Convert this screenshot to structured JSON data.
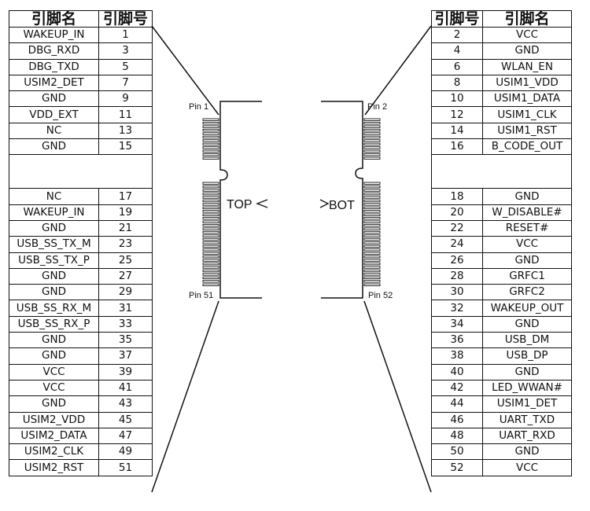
{
  "left": {
    "header_name": "引脚名",
    "header_num": "引脚号",
    "rows_top": [
      {
        "name": "WAKEUP_IN",
        "num": "1"
      },
      {
        "name": "DBG_RXD",
        "num": "3"
      },
      {
        "name": "DBG_TXD",
        "num": "5"
      },
      {
        "name": "USIM2_DET",
        "num": "7"
      },
      {
        "name": "GND",
        "num": "9"
      },
      {
        "name": "VDD_EXT",
        "num": "11"
      },
      {
        "name": "NC",
        "num": "13"
      },
      {
        "name": "GND",
        "num": "15"
      }
    ],
    "rows_bottom": [
      {
        "name": "NC",
        "num": "17"
      },
      {
        "name": "WAKEUP_IN",
        "num": "19"
      },
      {
        "name": "GND",
        "num": "21"
      },
      {
        "name": "USB_SS_TX_M",
        "num": "23"
      },
      {
        "name": "USB_SS_TX_P",
        "num": "25"
      },
      {
        "name": "GND",
        "num": "27"
      },
      {
        "name": "GND",
        "num": "29"
      },
      {
        "name": "USB_SS_RX_M",
        "num": "31"
      },
      {
        "name": "USB_SS_RX_P",
        "num": "33"
      },
      {
        "name": "GND",
        "num": "35"
      },
      {
        "name": "GND",
        "num": "37"
      },
      {
        "name": "VCC",
        "num": "39"
      },
      {
        "name": "VCC",
        "num": "41"
      },
      {
        "name": "GND",
        "num": "43"
      },
      {
        "name": "USIM2_VDD",
        "num": "45"
      },
      {
        "name": "USIM2_DATA",
        "num": "47"
      },
      {
        "name": "USIM2_CLK",
        "num": "49"
      },
      {
        "name": "USIM2_RST",
        "num": "51"
      }
    ]
  },
  "right": {
    "header_num": "引脚号",
    "header_name": "引脚名",
    "rows_top": [
      {
        "num": "2",
        "name": "VCC"
      },
      {
        "num": "4",
        "name": "GND"
      },
      {
        "num": "6",
        "name": "WLAN_EN"
      },
      {
        "num": "8",
        "name": "USIM1_VDD"
      },
      {
        "num": "10",
        "name": "USIM1_DATA"
      },
      {
        "num": "12",
        "name": "USIM1_CLK"
      },
      {
        "num": "14",
        "name": "USIM1_RST"
      },
      {
        "num": "16",
        "name": "B_CODE_OUT"
      }
    ],
    "rows_bottom": [
      {
        "num": "18",
        "name": "GND"
      },
      {
        "num": "20",
        "name": "W_DISABLE#"
      },
      {
        "num": "22",
        "name": "RESET#"
      },
      {
        "num": "24",
        "name": "VCC"
      },
      {
        "num": "26",
        "name": "GND"
      },
      {
        "num": "28",
        "name": "GRFC1"
      },
      {
        "num": "30",
        "name": "GRFC2"
      },
      {
        "num": "32",
        "name": "WAKEUP_OUT"
      },
      {
        "num": "34",
        "name": "GND"
      },
      {
        "num": "36",
        "name": "USB_DM"
      },
      {
        "num": "38",
        "name": "USB_DP"
      },
      {
        "num": "40",
        "name": "GND"
      },
      {
        "num": "42",
        "name": "LED_WWAN#"
      },
      {
        "num": "44",
        "name": "USIM1_DET"
      },
      {
        "num": "46",
        "name": "UART_TXD"
      },
      {
        "num": "48",
        "name": "UART_RXD"
      },
      {
        "num": "50",
        "name": "GND"
      },
      {
        "num": "52",
        "name": "VCC"
      }
    ]
  },
  "connector": {
    "top_label": "TOP",
    "bot_label": "BOT",
    "pin1_label": "Pin 1",
    "pin2_label": "Pin 2",
    "pin51_label": "Pin 51",
    "pin52_label": "Pin 52"
  }
}
